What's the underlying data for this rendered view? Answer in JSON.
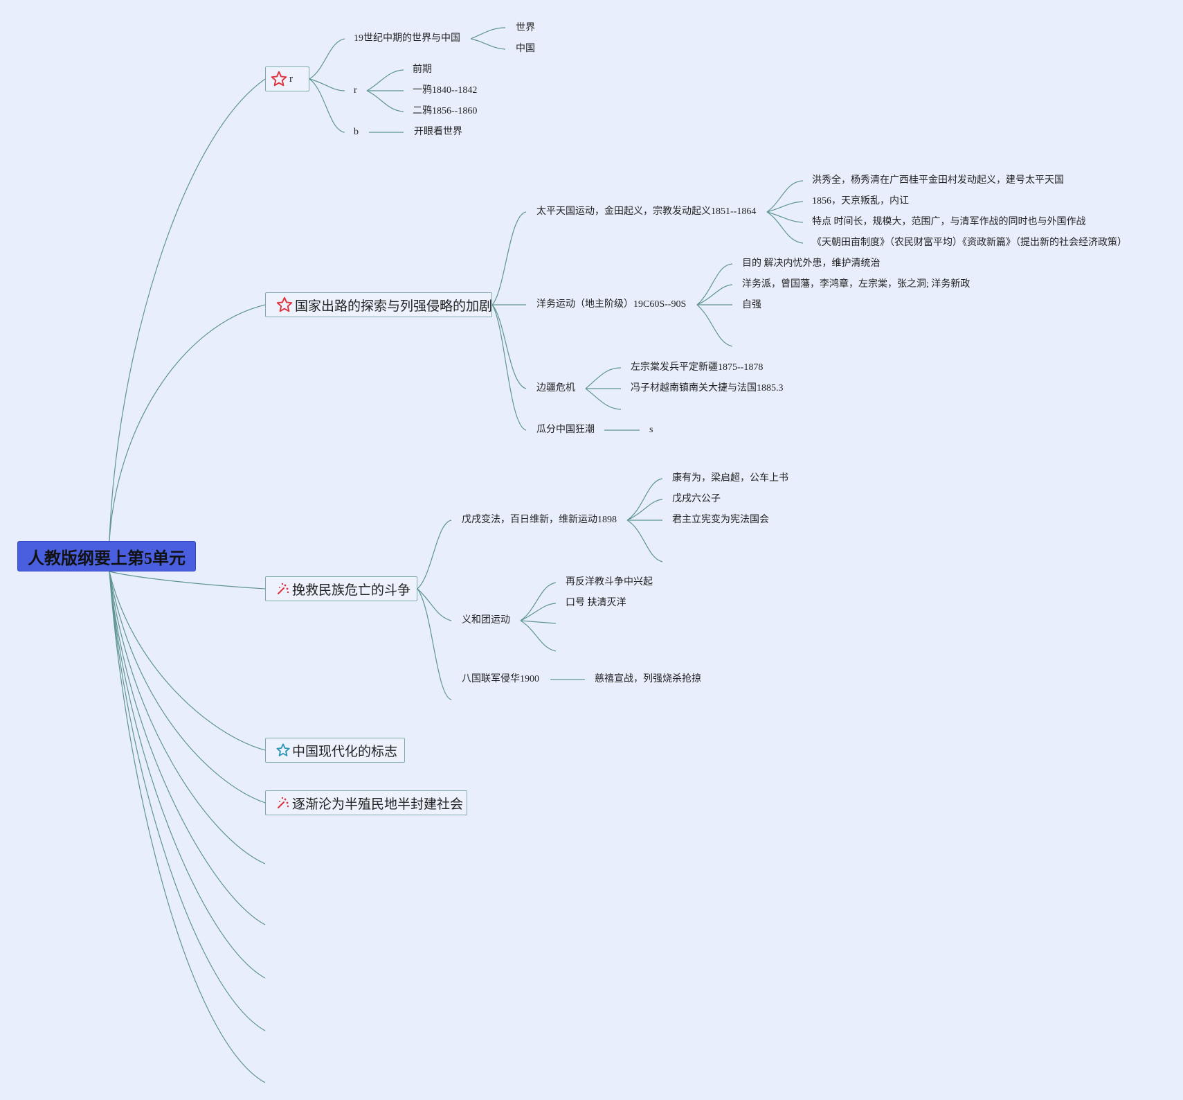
{
  "root": {
    "label": "人教版纲要上第5单元"
  },
  "b1": {
    "label": "r",
    "c1": {
      "label": "19世纪中期的世界与中国",
      "items": [
        "世界",
        "中国"
      ]
    },
    "c2": {
      "label": "r",
      "items": [
        "前期",
        "一鸦1840--1842",
        "二鸦1856--1860"
      ]
    },
    "c3": {
      "label": "b",
      "items": [
        "开眼看世界"
      ]
    }
  },
  "b2": {
    "label": "国家出路的探索与列强侵略的加剧",
    "c1": {
      "label": "太平天国运动，金田起义，宗教发动起义1851--1864",
      "items": [
        "洪秀全，杨秀清在广西桂平金田村发动起义，建号太平天国",
        "1856，天京叛乱，内讧",
        "特点 时间长，规模大，范围广，与清军作战的同时也与外国作战",
        "《天朝田亩制度》（农民财富平均）《资政新篇》（提出新的社会经济政策）"
      ]
    },
    "c2": {
      "label": "洋务运动（地主阶级）19C60S--90S",
      "items": [
        "目的 解决内忧外患，维护清统治",
        "洋务派，曾国藩，李鸿章，左宗棠，张之洞; 洋务新政",
        "自强"
      ]
    },
    "c3": {
      "label": "边疆危机",
      "items": [
        "左宗棠发兵平定新疆1875--1878",
        "冯子材越南镇南关大捷与法国1885.3"
      ]
    },
    "c4": {
      "label": "瓜分中国狂潮",
      "items": [
        "s"
      ]
    }
  },
  "b3": {
    "label": "挽救民族危亡的斗争",
    "c1": {
      "label": "戊戌变法，百日维新，维新运动1898",
      "items": [
        "康有为，梁启超，公车上书",
        "戊戌六公子",
        "君主立宪变为宪法国会"
      ]
    },
    "c2": {
      "label": "义和团运动",
      "items": [
        "再反洋教斗争中兴起",
        "口号 扶清灭洋"
      ]
    },
    "c3": {
      "label": "八国联军侵华1900",
      "items": [
        "慈禧宣战，列强烧杀抢掠"
      ]
    }
  },
  "b4": {
    "label": "中国现代化的标志"
  },
  "b5": {
    "label": "逐渐沦为半殖民地半封建社会"
  },
  "icons": {
    "b1": "red-star-icon",
    "b2": "red-star-icon",
    "b3": "fireworks-icon",
    "b4": "blue-star-icon",
    "b5": "fireworks-icon"
  },
  "colors": {
    "background": "#e9eefc",
    "root_fill": "#4a5fe0",
    "link": "#5e9590",
    "node_border": "#7fa9a8",
    "red_icon": "#e0323a",
    "blue_icon": "#2a95b8"
  }
}
